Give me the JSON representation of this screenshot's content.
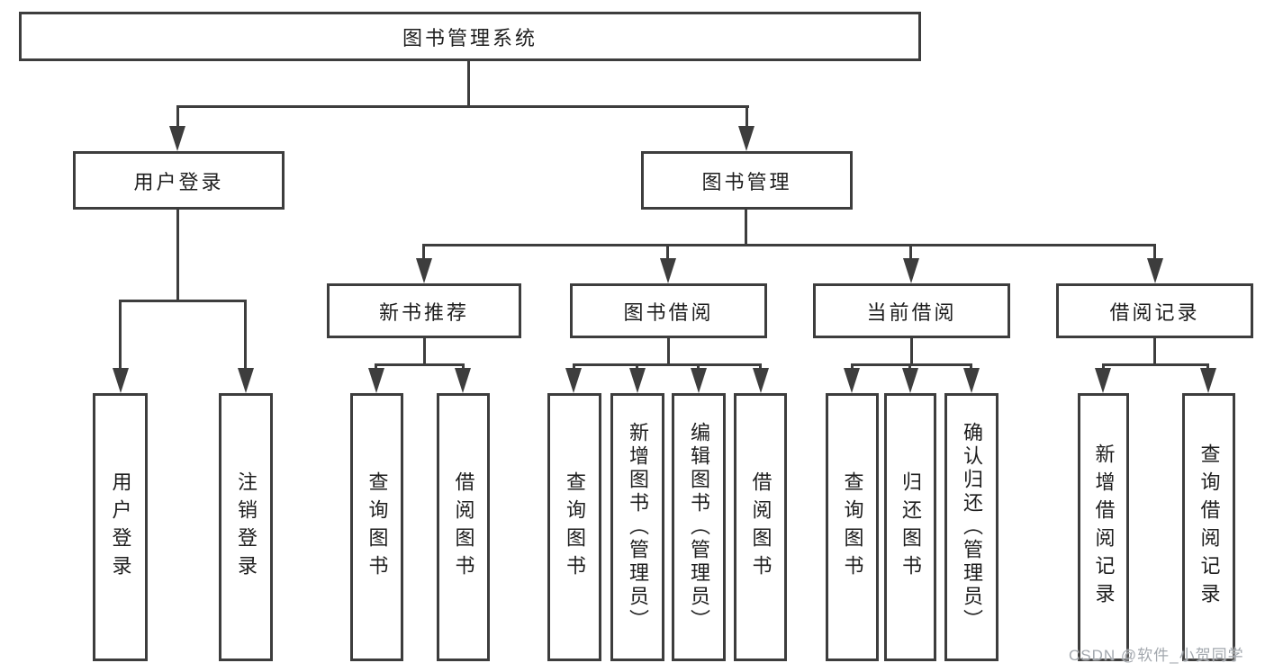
{
  "tree": {
    "root": {
      "label": "图书管理系统"
    },
    "branches": [
      {
        "label": "用户登录",
        "children": [
          {
            "label": "用户登录"
          },
          {
            "label": "注销登录"
          }
        ]
      },
      {
        "label": "图书管理",
        "children": [
          {
            "label": "新书推荐",
            "children": [
              {
                "label": "查询图书"
              },
              {
                "label": "借阅图书"
              }
            ]
          },
          {
            "label": "图书借阅",
            "children": [
              {
                "label": "查询图书"
              },
              {
                "label": "新增图书（管理员）"
              },
              {
                "label": "编辑图书（管理员）"
              },
              {
                "label": "借阅图书"
              }
            ]
          },
          {
            "label": "当前借阅",
            "children": [
              {
                "label": "查询图书"
              },
              {
                "label": "归还图书"
              },
              {
                "label": "确认归还（管理员）"
              }
            ]
          },
          {
            "label": "借阅记录",
            "children": [
              {
                "label": "新增借阅记录"
              },
              {
                "label": "查询借阅记录"
              }
            ]
          }
        ]
      }
    ]
  },
  "watermark": {
    "text": "CSDN @软件_小贺同学"
  },
  "colors": {
    "line": "#3d3d3d",
    "text": "#1e1e1e",
    "watermark": "#a3a8ae",
    "background": "#ffffff"
  }
}
